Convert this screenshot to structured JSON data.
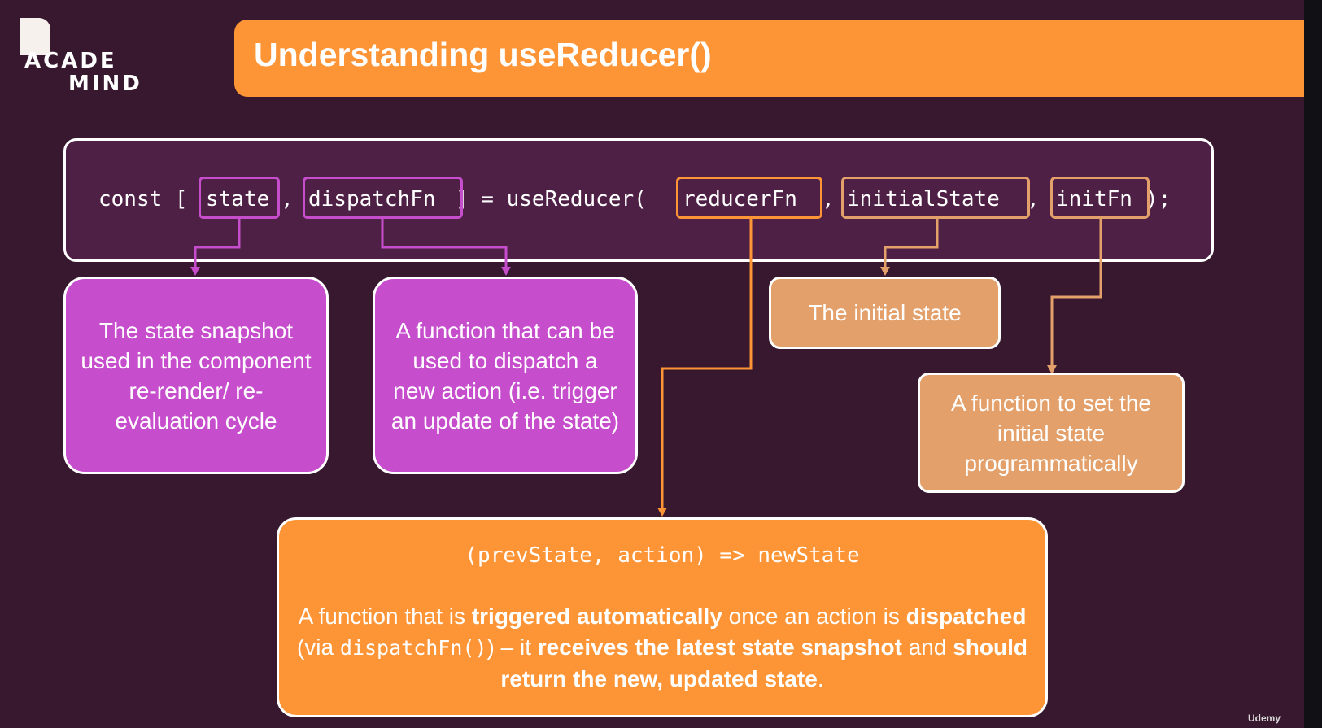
{
  "logo": {
    "line1": "ACADE",
    "line2": "MIND"
  },
  "title": "Understanding useReducer()",
  "code": {
    "prefix": "const [",
    "state": "state",
    "sep1": ",",
    "dispatch": "dispatchFn",
    "mid": "] = useReducer(",
    "reducer": "reducerFn",
    "sep2": ",",
    "initial": "initialState",
    "sep3": ",",
    "init": "initFn",
    "suffix": ");"
  },
  "boxes": {
    "state": "The state snapshot used in the component re-render/ re-evaluation cycle",
    "dispatch": "A function that can be used to dispatch a new action (i.e. trigger an update of the state)",
    "initial": "The initial state",
    "init": "A function to set the initial state programmatically"
  },
  "reducer": {
    "signature": "(prevState, action) => newState",
    "d1": "A function that is ",
    "d2": "triggered automatically",
    "d3": " once an action is ",
    "d4": "dispatched",
    "d5": " (via ",
    "d6": "dispatchFn()",
    "d7": ") – it ",
    "d8": "receives the latest state snapshot",
    "d9": " and ",
    "d10": "should return the new, updated state",
    "d11": "."
  },
  "watermark": "Udemy",
  "colors": {
    "background": "#37182f",
    "pink": "#c64ecc",
    "orange": "#fd9537",
    "tan": "#e3a06a"
  }
}
